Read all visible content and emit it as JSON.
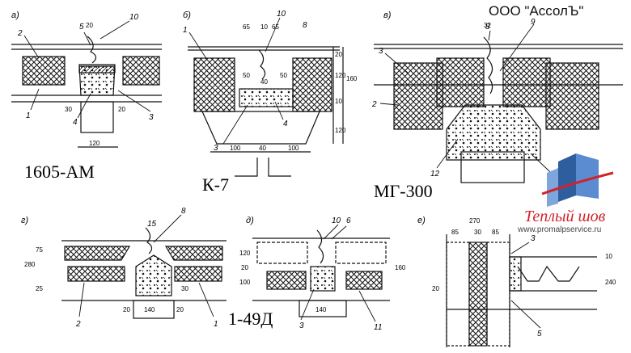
{
  "captions": {
    "series_a": "1605-АМ",
    "series_b": "К-7",
    "series_v": "МГ-300",
    "series_d": "1-49Д"
  },
  "watermark": {
    "company": "ООО \"АссолЪ\"",
    "brand": "Теплый шов",
    "site": "www.promalpservice.ru"
  },
  "panels": {
    "a": {
      "letter": "а)",
      "callouts": [
        "2",
        "5",
        "10",
        "1",
        "4",
        "3"
      ],
      "dims": [
        "20",
        "30",
        "20",
        "120"
      ]
    },
    "b": {
      "letter": "б)",
      "callouts": [
        "10",
        "8",
        "1",
        "4",
        "3"
      ],
      "dims": [
        "65",
        "10",
        "65",
        "50",
        "40",
        "50",
        "100",
        "40",
        "100",
        "20",
        "120",
        "10",
        "120",
        "160"
      ]
    },
    "v": {
      "letter": "в)",
      "callouts": [
        "8",
        "9",
        "3",
        "2",
        "12"
      ],
      "dims": [
        "32"
      ]
    },
    "g": {
      "letter": "г)",
      "callouts": [
        "15",
        "8",
        "2",
        "1"
      ],
      "dims": [
        "20",
        "140",
        "20",
        "30",
        "280",
        "75",
        "25"
      ]
    },
    "d": {
      "letter": "д)",
      "callouts": [
        "10",
        "6",
        "3",
        "11"
      ],
      "dims": [
        "140",
        "120",
        "20",
        "100",
        "160"
      ]
    },
    "e": {
      "letter": "е)",
      "callouts": [
        "3",
        "5"
      ],
      "dims": [
        "270",
        "85",
        "30",
        "85",
        "10",
        "240",
        "20"
      ]
    }
  },
  "colors": {
    "line": "#111111",
    "brand_red": "#d2232a",
    "logo_blue": "#2f5e9e"
  }
}
